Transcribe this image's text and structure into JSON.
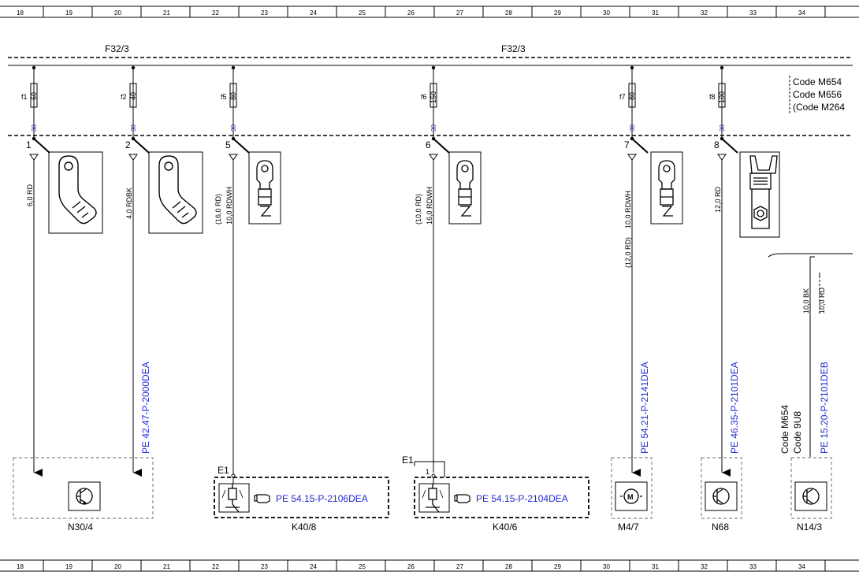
{
  "ruler": {
    "numbers": [
      "18",
      "19",
      "20",
      "21",
      "22",
      "23",
      "24",
      "25",
      "26",
      "27",
      "28",
      "29",
      "30",
      "31",
      "32",
      "33",
      "34"
    ]
  },
  "fuse_groups": [
    "F32/3",
    "F32/3"
  ],
  "codes_top": [
    "Code M654",
    "Code M656",
    "(Code M264"
  ],
  "fuses": [
    {
      "id": "f1",
      "rating": "60",
      "terminal": "30",
      "pin": "1",
      "wire": "6,0 RD",
      "wire_alt": ""
    },
    {
      "id": "f2",
      "rating": "40",
      "terminal": "30",
      "pin": "2",
      "wire": "4,0 RDBK",
      "wire_alt": ""
    },
    {
      "id": "f5",
      "rating": "80",
      "terminal": "30",
      "pin": "5",
      "wire": "10,0 RDWH",
      "wire_alt": "(16,0 RD)"
    },
    {
      "id": "f6",
      "rating": "150",
      "terminal": "30",
      "pin": "6",
      "wire": "16,0 RDWH",
      "wire_alt": "(10,0 RD)"
    },
    {
      "id": "f7",
      "rating": "80",
      "terminal": "30",
      "pin": "7",
      "wire": "10,0 RDWH",
      "wire_alt": "(12,0 RD)"
    },
    {
      "id": "f8",
      "rating": "100",
      "terminal": "30",
      "pin": "8",
      "wire": "12,0 RD",
      "wire_alt": ""
    }
  ],
  "branch_wires": {
    "primary": "10,0 BK",
    "secondary": "10,0 RD"
  },
  "refs": {
    "r1": "PE 42.47-P-2000DEA",
    "r2": "PE 54.21-P-2141DEA",
    "r3": "PE 46.35-P-2101DEA",
    "r4": "PE 15.20-P-2101DEB",
    "k408": "PE 54.15-P-2106DEA",
    "k406": "PE 54.15-P-2104DEA"
  },
  "codes_lower": [
    "Code M654",
    "Code 9U8"
  ],
  "components": {
    "n30_4": "N30/4",
    "k40_8": "K40/8",
    "k40_6": "K40/6",
    "m4_7": "M4/7",
    "n68": "N68",
    "n14_3": "N14/3"
  },
  "ground_labels": {
    "e1a": "E1",
    "e1b": "E1"
  },
  "pin_small": "1",
  "icons": {
    "fuse": "fuse-symbol-icon",
    "ring_connector": "ring-cable-lug-icon",
    "bolt_connector": "bolt-terminal-icon",
    "transistor": "transistor-icon",
    "motor": "motor-icon",
    "relay": "relay-icon",
    "hand_pointer": "hand-pointer-icon"
  },
  "colors": {
    "reference_link": "#1f2bd6",
    "box_dashed": "#888888"
  }
}
